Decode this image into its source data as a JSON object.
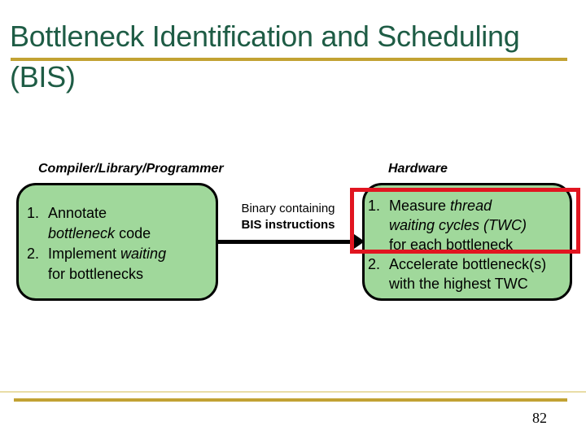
{
  "title": {
    "line1": "Bottleneck Identification and Scheduling",
    "line2": "(BIS)"
  },
  "section_labels": {
    "left": "Compiler/Library/Programmer",
    "right": "Hardware"
  },
  "left_box": {
    "item1_num": "1.",
    "item1_text": "Annotate",
    "item1_cont_italic": "bottleneck",
    "item1_cont_rest": " code",
    "item2_num": "2.",
    "item2_text": "Implement ",
    "item2_italic": "waiting",
    "item2_cont": "for bottlenecks"
  },
  "arrow_label": {
    "line1": "Binary containing",
    "line2": "BIS instructions"
  },
  "right_box": {
    "item1_num": "1.",
    "item1_text": "Measure ",
    "item1_italic": "thread",
    "item1_cont2_italic": "waiting cycles (TWC)",
    "item1_cont3": "for each bottleneck",
    "item2_num": "2.",
    "item2_text": "Accelerate bottleneck(s)",
    "item2_cont": "with the highest TWC"
  },
  "footer": {
    "page_number": "82"
  },
  "colors": {
    "title_green": "#1e5c45",
    "gold_line": "#c2a233",
    "box_green_fill": "#a0d89b",
    "box_border_black": "#000000",
    "highlight_red": "#e11520"
  }
}
